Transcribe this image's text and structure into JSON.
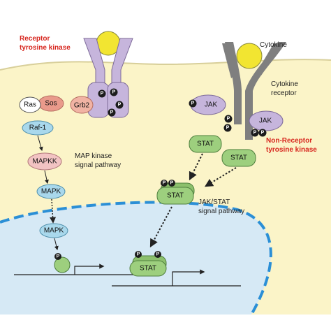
{
  "labels": {
    "receptor_tk": [
      "Receptor",
      "tyrosine kinase"
    ],
    "cytokine": "Cytokine",
    "cytokine_receptor": [
      "Cytokine",
      "receptor"
    ],
    "non_receptor_tk": [
      "Non-Receptor",
      "tyrosine kinase"
    ],
    "map_pathway": [
      "MAP kinase",
      "signal pathway"
    ],
    "jak_pathway": [
      "JAK/STAT",
      "signal pathway"
    ]
  },
  "proteins": {
    "ras": "Ras",
    "sos": "Sos",
    "grb2": "Grb2",
    "raf1": "Raf-1",
    "mapkk": "MAPKK",
    "mapk_1": "MAPK",
    "mapk_2": "MAPK",
    "jak_1": "JAK",
    "jak_2": "JAK",
    "stat_1": "STAT",
    "stat_2": "STAT",
    "stat_dimer": "STAT",
    "stat_nuclear": "STAT"
  },
  "phospho_label": "P",
  "colors": {
    "cytoplasm": "#fbf4c8",
    "nucleus": "#d6e9f5",
    "nuclear_envelope": "#2b8fd6",
    "receptor": "#c6b5dc",
    "stat": "#9dcf7e",
    "mapk": "#a9d8ec",
    "mapkk": "#f2c3c3",
    "sos": "#e99a8b",
    "cytokine": "#f2e531",
    "cytokine_receptor": "#7f7f7f",
    "red_label": "#d7261e"
  }
}
